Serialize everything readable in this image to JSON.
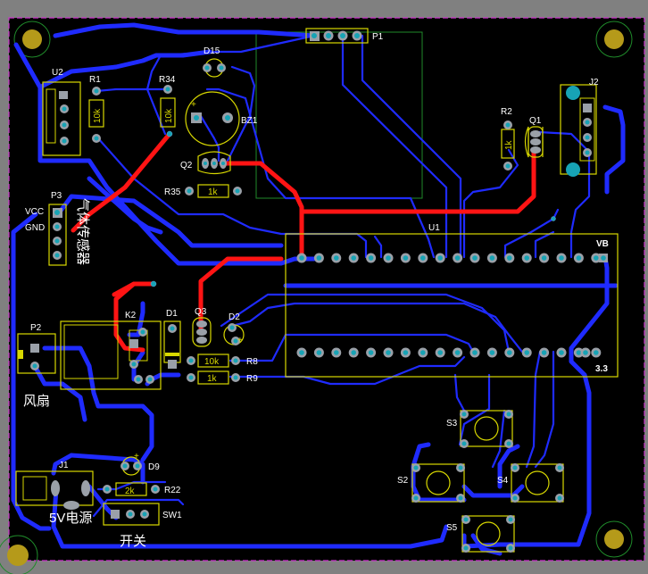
{
  "colors": {
    "board": "#000000",
    "frame": "#808080",
    "bottom_trace": "#1f2bff",
    "top_trace": "#ff1414",
    "silk": "#d8d800",
    "pad": "#9aa0a8",
    "via": "#17a3b5",
    "outline": "#cc33cc",
    "mech": "#1f8a2a"
  },
  "labels": {
    "p1": "P1",
    "d15": "D15",
    "u2": "U2",
    "r1": "R1",
    "r1_val": "10k",
    "r34": "R34",
    "r34_val": "10k",
    "bz1": "BZ1",
    "bz1_plus": "+",
    "q2": "Q2",
    "r35": "R35",
    "r35_val": "1k",
    "r2": "R2",
    "r2_val": "1k",
    "q1": "Q1",
    "j2": "J2",
    "p3": "P3",
    "vcc": "VCC",
    "gnd": "GND",
    "gas_sensor": "气体传感器",
    "u1": "U1",
    "vb": "VB",
    "u1_33": "3.3",
    "p2": "P2",
    "fan": "风扇",
    "k2": "K2",
    "d1": "D1",
    "q3": "Q3",
    "d2": "D2",
    "d2_plus": "+",
    "r8": "R8",
    "r8_val": "10k",
    "r9": "R9",
    "r9_val": "1k",
    "s3": "S3",
    "s2": "S2",
    "s4": "S4",
    "s5": "S5",
    "j1": "J1",
    "d9": "D9",
    "d9_plus": "+",
    "r22": "R22",
    "r22_val": "2k",
    "power": "5V电源",
    "sw1": "SW1",
    "switch": "开关"
  }
}
